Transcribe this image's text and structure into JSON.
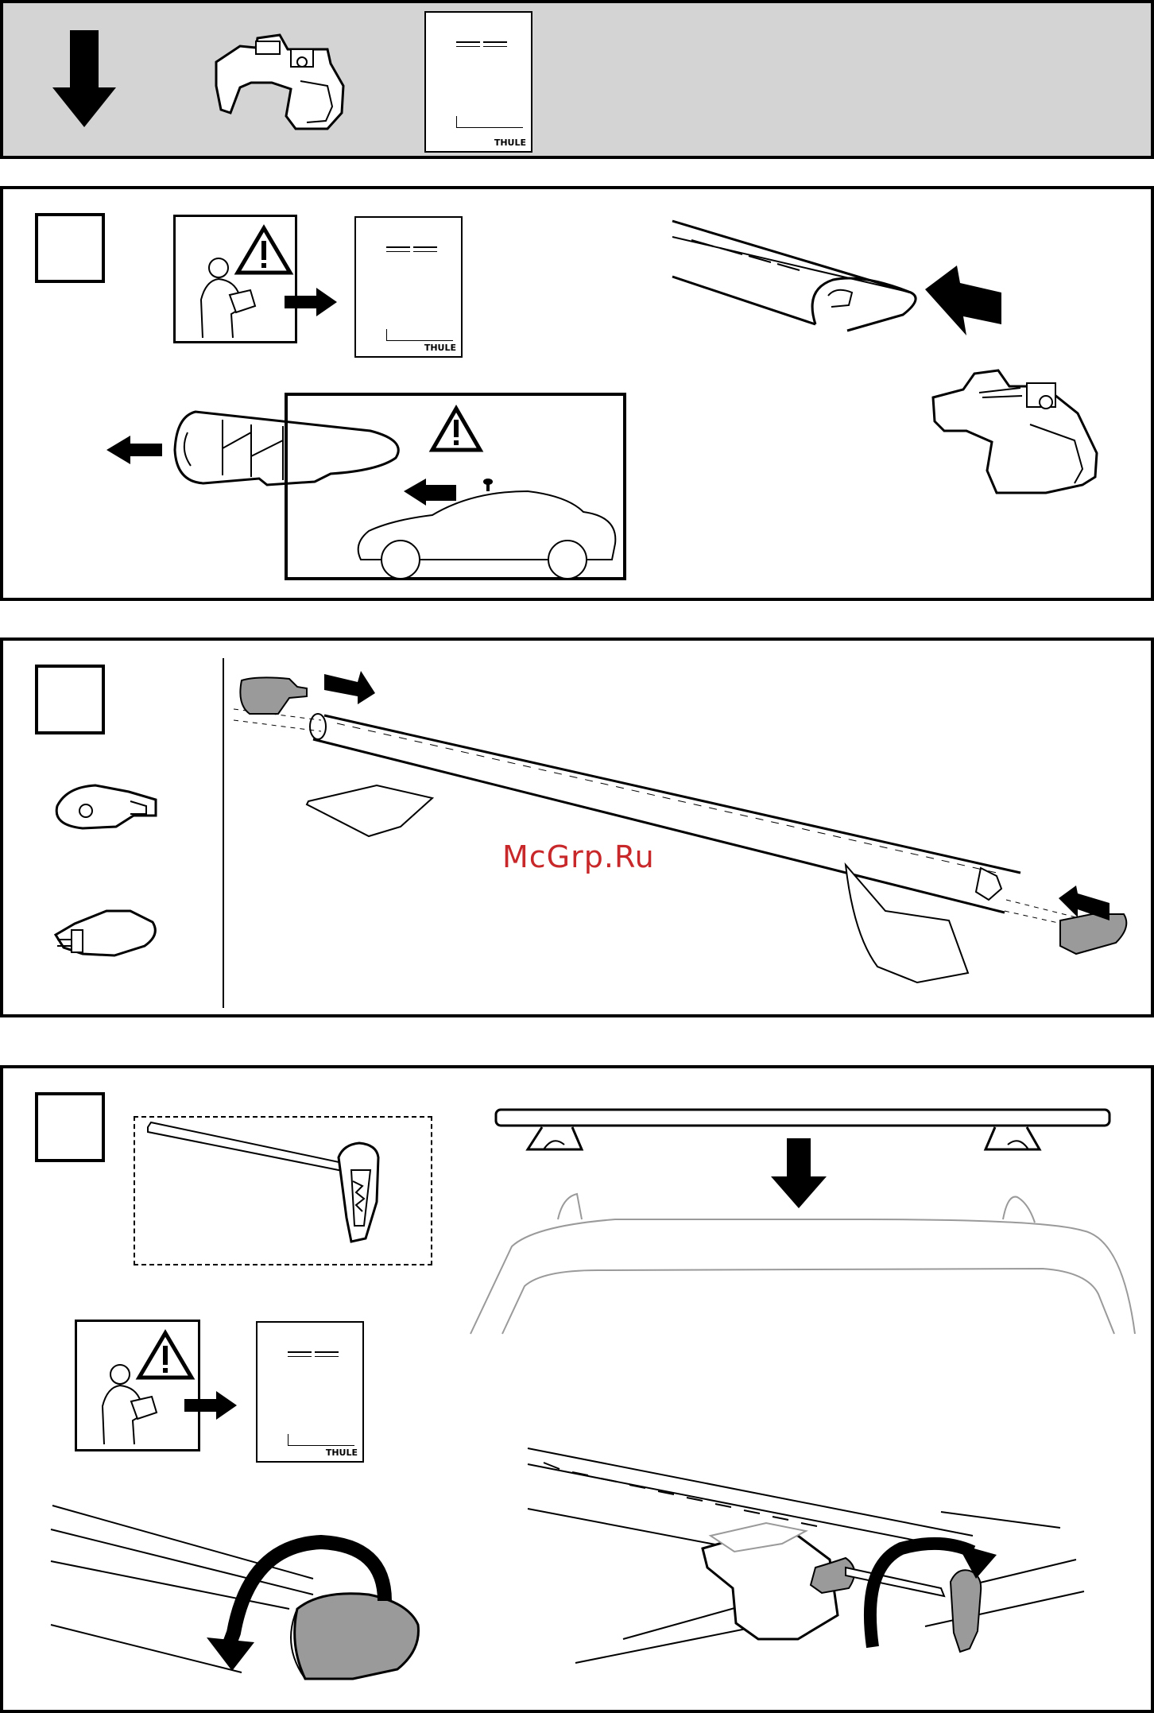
{
  "header": {
    "brand": "THULE"
  },
  "manual": {
    "brand": "THULE"
  },
  "watermark": {
    "text": "McGrp.Ru"
  },
  "colors": {
    "header_bg": "#d4d4d4",
    "line": "#000000",
    "end_cap_fill": "#9a9a9a",
    "car_outline": "#9a9a9a",
    "watermark": "#c8282a"
  },
  "icons": [
    "down-arrow-icon",
    "warning-icon",
    "arrow-right-icon",
    "arrow-left-icon",
    "rotate-arrow-icon"
  ]
}
